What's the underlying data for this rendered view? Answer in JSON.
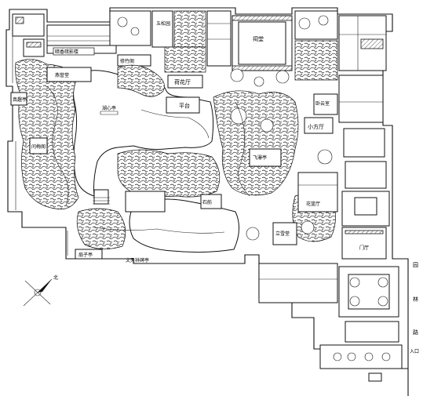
{
  "labels": {
    "lion_grove_title": "狮子林平面图",
    "hall_courtyard": "燕誉堂",
    "pond": "湖心亭",
    "pavilion_flying_waterfall": "飞瀑亭",
    "platform": "平台",
    "small_square_hall": "小方厅",
    "lotus_hall": "荷花厅",
    "standing_snow_hall": "立雪堂",
    "five_pine_courtyard": "五松园",
    "zhenqu_pavilion": "真趣亭",
    "hexagon_pavilion": "修竹阁",
    "stone_boat": "石舫",
    "fan_pavilion": "扇子亭",
    "wen_tianxiang_tablet": "文天祥碑亭",
    "ancestral_hall": "祠堂",
    "entrance": "入口",
    "north_arrow": "北",
    "road_east_1": "园",
    "road_east_2": "林",
    "road_east_3": "路",
    "gate_hall": "门厅",
    "wall_notice": "暗香疏影楼",
    "side_hall": "花篮厅",
    "yanyu": "燕誉堂",
    "west_corridor": "问梅阁",
    "east_mark": "卧云室"
  },
  "colors": {
    "line": "#111111",
    "background": "#ffffff"
  }
}
